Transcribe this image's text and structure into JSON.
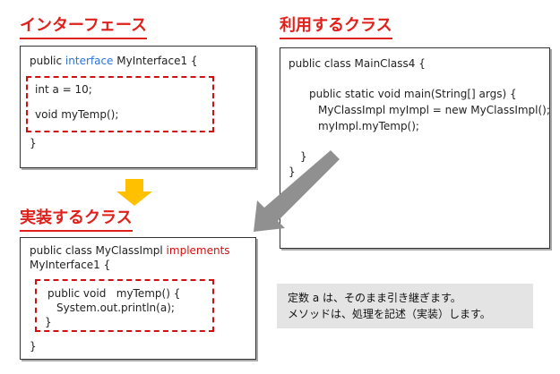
{
  "headings": {
    "interface": "インターフェース",
    "use_class": "利用するクラス",
    "impl_class": "実装するクラス"
  },
  "interface_box": {
    "line1_pre": "public ",
    "line1_kw": "interface",
    "line1_post": " MyInterface1 {",
    "line2": "int a = 10;",
    "line3": "void myTemp();",
    "line4": "}"
  },
  "main_box": {
    "line1": "public class MainClass4 {",
    "line2": "public static void main(String[] args) {",
    "line3": "MyClassImpl myImpl = new MyClassImpl();",
    "line4": "myImpl.myTemp();",
    "line5": "}",
    "line6": "}"
  },
  "impl_box": {
    "line1_pre": "public class MyClassImpl ",
    "line1_kw": "implements",
    "line2": "MyInterface1 {",
    "line3": "public void   myTemp() {",
    "line4": "System.out.println(a);",
    "line5": "}",
    "line6": "}"
  },
  "note": {
    "line1": "定数 a は、そのまま引き継ぎます。",
    "line2": "メソッドは、処理を記述（実装）します。"
  },
  "colors": {
    "heading": "#e0201b",
    "keyword_interface": "#2e74d6",
    "keyword_implements": "#d01010",
    "down_arrow": "#ffc000",
    "diagonal_arrow": "#909090"
  }
}
